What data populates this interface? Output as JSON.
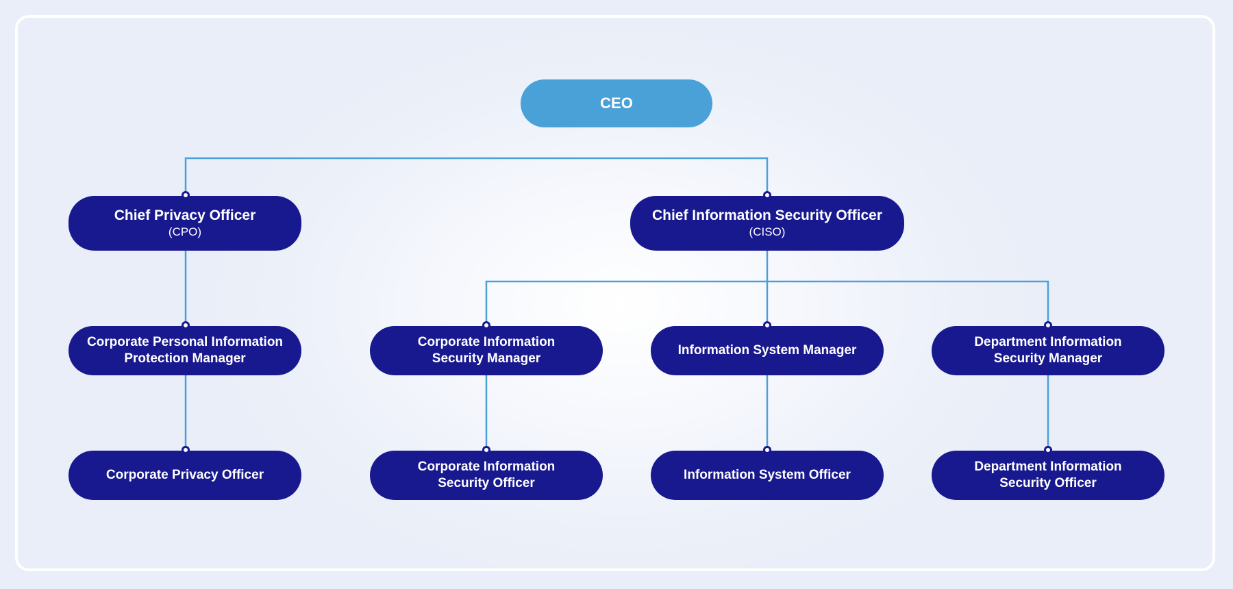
{
  "diagram": {
    "colors": {
      "root_fill": "#4aa1d8",
      "node_fill": "#18198f",
      "connector": "#4aa1d8",
      "background": "#e9eef8"
    },
    "root": {
      "label": "CEO"
    },
    "cpo": {
      "title": "Chief Privacy Officer",
      "abbr": "(CPO)"
    },
    "ciso": {
      "title": "Chief Information Security Officer",
      "abbr": "(CISO)"
    },
    "managers": [
      {
        "label": "Corporate Personal Information Protection Manager"
      },
      {
        "label": "Corporate Information Security Manager"
      },
      {
        "label": "Information System Manager"
      },
      {
        "label": "Department Information Security Manager"
      }
    ],
    "officers": [
      {
        "label": "Corporate Privacy Officer"
      },
      {
        "label": "Corporate Information Security Officer"
      },
      {
        "label": "Information System Officer"
      },
      {
        "label": "Department Information Security Officer"
      }
    ],
    "connections": [
      [
        "CEO",
        "Chief Privacy Officer"
      ],
      [
        "CEO",
        "Chief Information Security Officer"
      ],
      [
        "Chief Privacy Officer",
        "Corporate Personal Information Protection Manager"
      ],
      [
        "Chief Information Security Officer",
        "Corporate Information Security Manager"
      ],
      [
        "Chief Information Security Officer",
        "Information System Manager"
      ],
      [
        "Chief Information Security Officer",
        "Department Information Security Manager"
      ],
      [
        "Corporate Personal Information Protection Manager",
        "Corporate Privacy Officer"
      ],
      [
        "Corporate Information Security Manager",
        "Corporate Information Security Officer"
      ],
      [
        "Information System Manager",
        "Information System Officer"
      ],
      [
        "Department Information Security Manager",
        "Department Information Security Officer"
      ]
    ]
  }
}
